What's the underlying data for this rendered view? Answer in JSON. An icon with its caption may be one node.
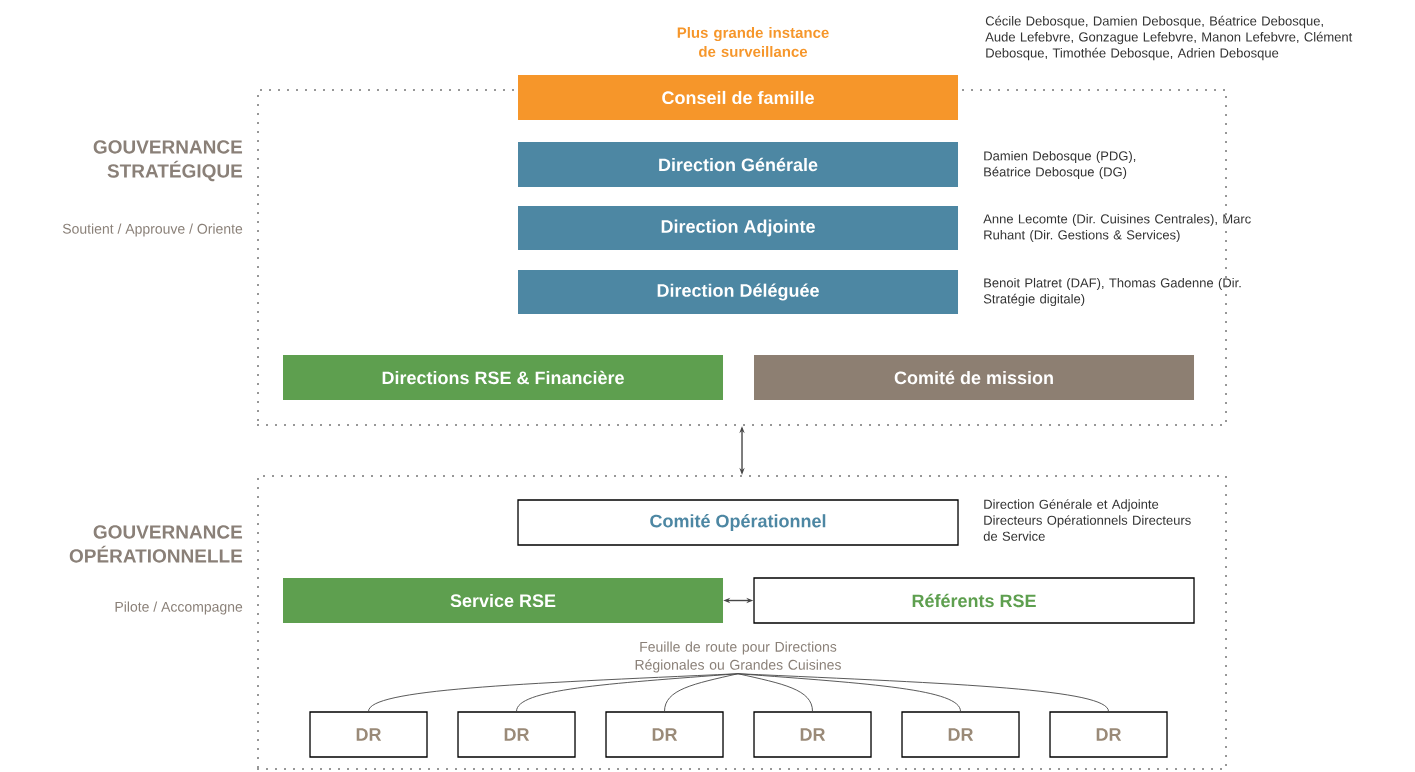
{
  "diagram": {
    "nodes": [
      {
        "text": [
          "GOUVERNANCE STRATÉGIQUE",
          "Soutient / Approuve / Oriente"
        ]
      },
      {
        "text": [
          "Conseil de famille"
        ],
        "beside": [
          "Plus grande instance de surveillance",
          "Cécile Debosque, Damien Debosque, Béatrice Debosque, Aude Lefebvre, Gonzague Lefebvre, Manon Lefebvre, Clément Debosque, Timothée Debosque, Adrien Debosque"
        ]
      },
      {
        "text": [
          "Direction Générale"
        ],
        "in": 0,
        "beside": [
          "Damien Debosque (PDG), Béatrice Debosque (DG)"
        ]
      },
      {
        "text": [
          "Direction Adjointe"
        ],
        "in": 0,
        "beside": [
          "Anne Lecomte (Dir. Cuisines Centrales), Marc Ruhant (Dir. Gestions & Services)"
        ]
      },
      {
        "text": [
          "Direction Déléguée"
        ],
        "in": 0,
        "beside": [
          "Benoit Platret (DAF), Thomas Gadenne (Dir. Stratégie digitale)"
        ]
      },
      {
        "text": [
          "Directions RSE & Financière"
        ],
        "in": 0
      },
      {
        "text": [
          "Comité de mission"
        ],
        "in": 0
      },
      {
        "text": [
          "GOUVERNANCE OPÉRATIONNELLE",
          "Pilote / Accompagne"
        ]
      },
      {
        "text": [
          "Comité Opérationnel"
        ],
        "in": 7,
        "beside": [
          "Direction Générale et Adjointe Directeurs Opérationnels Directeurs de Service"
        ]
      },
      {
        "text": [
          "Service RSE"
        ],
        "in": 7
      },
      {
        "text": [
          "Référents RSE"
        ],
        "in": 7
      },
      {
        "text": [
          "Feuille de route pour Directions Régionales ou Grandes Cuisines"
        ],
        "in": 7
      },
      {
        "text": [
          "DR"
        ],
        "in": 7
      },
      {
        "text": [
          "DR"
        ],
        "in": 7
      },
      {
        "text": [
          "DR"
        ],
        "in": 7
      },
      {
        "text": [
          "DR"
        ],
        "in": 7
      },
      {
        "text": [
          "DR"
        ],
        "in": 7
      },
      {
        "text": [
          "DR"
        ],
        "in": 7
      }
    ],
    "edges": [
      {
        "from": 0,
        "to": 7,
        "arrow": "both"
      },
      {
        "from": 9,
        "to": 10,
        "arrow": "both"
      },
      {
        "from": 11,
        "to": 12,
        "arrow": "none"
      },
      {
        "from": 11,
        "to": 13,
        "arrow": "none"
      },
      {
        "from": 11,
        "to": 14,
        "arrow": "none"
      },
      {
        "from": 11,
        "to": 15,
        "arrow": "none"
      },
      {
        "from": 11,
        "to": 16,
        "arrow": "none"
      },
      {
        "from": 11,
        "to": 17,
        "arrow": "none"
      }
    ]
  }
}
